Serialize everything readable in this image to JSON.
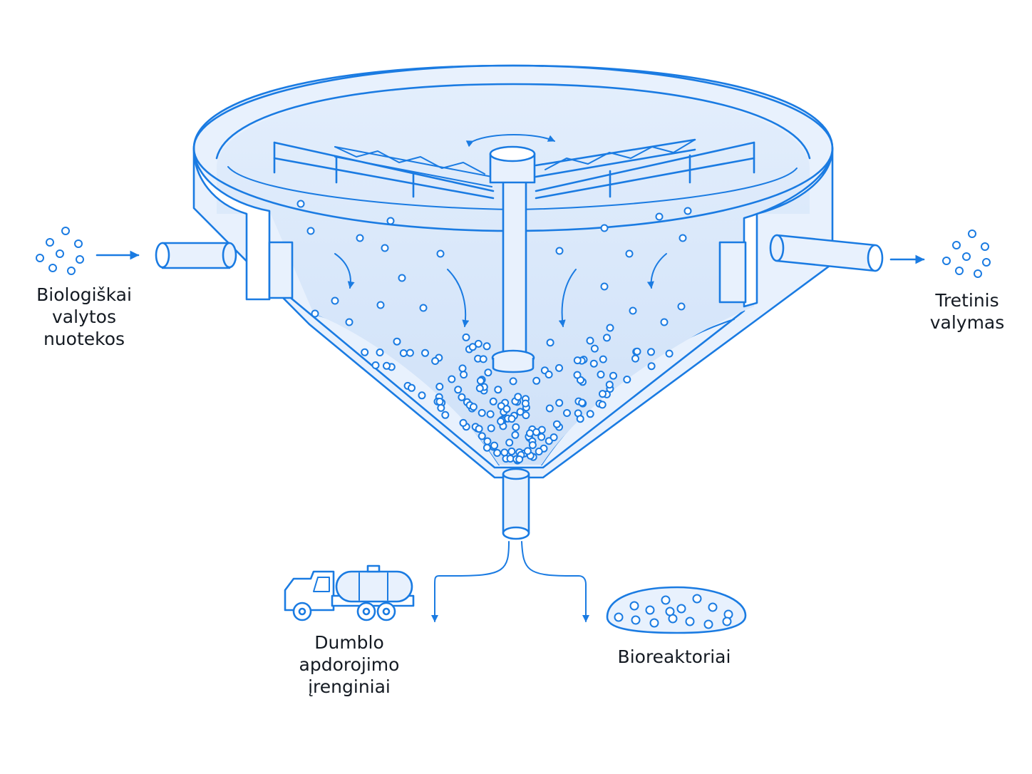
{
  "labels": {
    "inflow": [
      "Biologiškai",
      "valytos",
      "nuotekos"
    ],
    "outflow": [
      "Tretinis",
      "valymas"
    ],
    "sludge_treatment": [
      "Dumblo",
      "apdorojimo",
      "įrenginiai"
    ],
    "bioreactors": "Bioreaktoriai"
  },
  "colors": {
    "line": "#1a7be2",
    "water": "#dce9fb",
    "fill_light": "#e8f1fd",
    "text": "#141a22"
  },
  "icons": [
    "particle-cluster-icon",
    "tanker-truck-icon",
    "sludge-pile-icon",
    "arrow-icon",
    "rotation-arrow-icon"
  ]
}
